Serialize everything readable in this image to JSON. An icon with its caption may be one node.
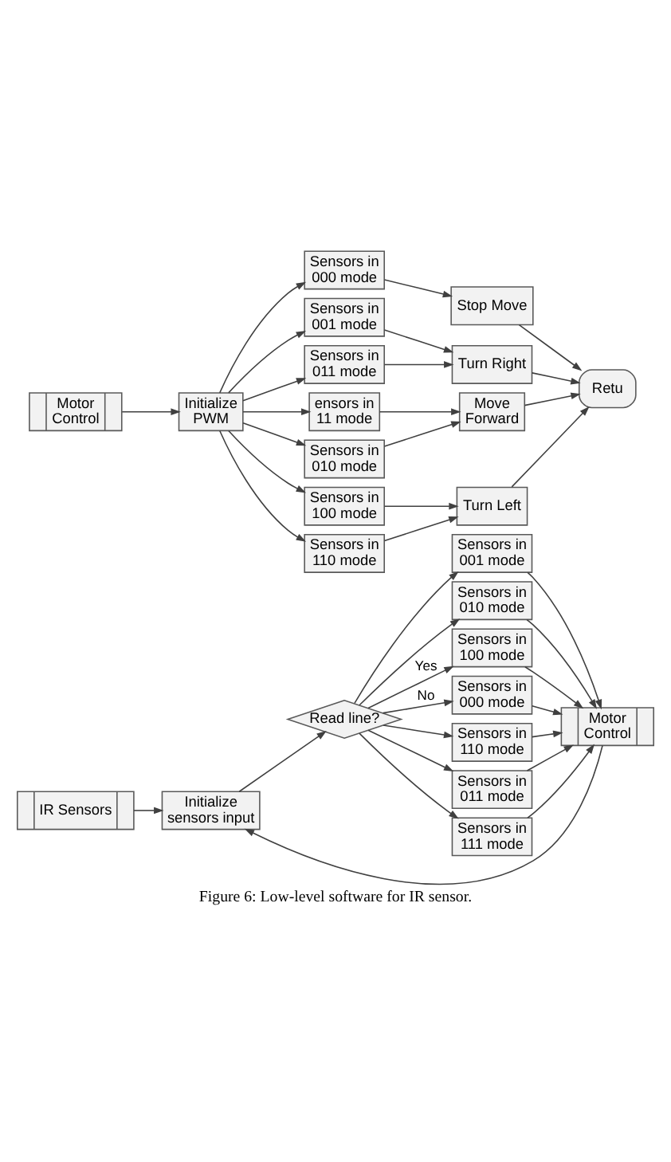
{
  "diagram": {
    "caption": "Figure 6: Low-level software for IR sensor.",
    "nodes": [
      {
        "text": [
          "IR Sensors"
        ]
      },
      {
        "text": [
          "Initialize sensors input"
        ]
      },
      {
        "text": [
          "Read line?"
        ]
      },
      {
        "text": [
          "Sensors in 001 mode"
        ]
      },
      {
        "text": [
          "Sensors in 010 mode"
        ]
      },
      {
        "text": [
          "Sensors in 100 mode"
        ]
      },
      {
        "text": [
          "Motor Control"
        ]
      },
      {
        "text": [
          "Sensors in 000 mode"
        ]
      },
      {
        "text": [
          "Sensors in 110 mode"
        ]
      },
      {
        "text": [
          "Sensors in 011 mode"
        ]
      },
      {
        "text": [
          "Sensors in 111 mode"
        ]
      },
      {
        "text": [
          "Motor Control"
        ]
      },
      {
        "text": [
          "Initialize PWM"
        ]
      },
      {
        "text": [
          "Sensors in 000 mode"
        ]
      },
      {
        "text": [
          "Stop Move"
        ]
      },
      {
        "text": [
          "Sensors in 001 mode"
        ]
      },
      {
        "text": [
          "Turn Right"
        ]
      },
      {
        "text": [
          "Sensors in 011 mode"
        ]
      },
      {
        "text": [
          "Retu"
        ]
      },
      {
        "text": [
          "ensors in 11 mode"
        ]
      },
      {
        "text": [
          "Sensors in 010 mode"
        ]
      },
      {
        "text": [
          "Sensors in 100 mode"
        ]
      },
      {
        "text": [
          "Turn Left"
        ]
      },
      {
        "text": [
          "Move Forward"
        ]
      },
      {
        "text": [
          "Sensors in 110 mode"
        ]
      }
    ],
    "edges": [
      {
        "from": 0,
        "to": 1,
        "arrow": "to"
      },
      {
        "from": 6,
        "to": 1,
        "arrow": "to"
      },
      {
        "from": 1,
        "to": 2,
        "arrow": "to"
      },
      {
        "from": 2,
        "to": 3,
        "arrow": "to"
      },
      {
        "from": 2,
        "to": 4,
        "arrow": "to"
      },
      {
        "from": 2,
        "to": 5,
        "label": "Yes",
        "arrow": "to"
      },
      {
        "from": 2,
        "to": 8,
        "arrow": "to"
      },
      {
        "from": 2,
        "to": 9,
        "arrow": "to"
      },
      {
        "from": 2,
        "to": 10,
        "arrow": "to"
      },
      {
        "from": 2,
        "to": 7,
        "label": "No",
        "arrow": "to"
      },
      {
        "from": 3,
        "to": 6,
        "arrow": "to"
      },
      {
        "from": 4,
        "to": 6,
        "arrow": "to"
      },
      {
        "from": 5,
        "to": 6,
        "arrow": "to"
      },
      {
        "from": 8,
        "to": 6,
        "arrow": "to"
      },
      {
        "from": 9,
        "to": 6,
        "arrow": "to"
      },
      {
        "from": 10,
        "to": 6,
        "arrow": "to"
      },
      {
        "from": 7,
        "to": 6,
        "arrow": "to"
      },
      {
        "from": 11,
        "to": 12,
        "arrow": "to"
      },
      {
        "from": 12,
        "to": 13,
        "arrow": "to"
      },
      {
        "from": 12,
        "to": 15,
        "arrow": "to"
      },
      {
        "from": 12,
        "to": 17,
        "arrow": "to"
      },
      {
        "from": 12,
        "to": 21,
        "arrow": "to"
      },
      {
        "from": 12,
        "to": 24,
        "arrow": "to"
      },
      {
        "from": 12,
        "to": 19,
        "arrow": "to"
      },
      {
        "from": 12,
        "to": 20,
        "arrow": "to"
      },
      {
        "from": 13,
        "to": 14,
        "arrow": "to"
      },
      {
        "from": 15,
        "to": 16,
        "arrow": "to"
      },
      {
        "from": 17,
        "to": 16,
        "arrow": "to"
      },
      {
        "from": 21,
        "to": 22,
        "arrow": "to"
      },
      {
        "from": 24,
        "to": 22,
        "arrow": "to"
      },
      {
        "from": 19,
        "to": 23,
        "arrow": "to"
      },
      {
        "from": 20,
        "to": 23,
        "arrow": "to"
      },
      {
        "from": 14,
        "to": 18,
        "arrow": "to"
      },
      {
        "from": 16,
        "to": 18,
        "arrow": "to"
      },
      {
        "from": 22,
        "to": 18,
        "arrow": "to"
      },
      {
        "from": 23,
        "to": 18,
        "arrow": "to"
      }
    ]
  }
}
